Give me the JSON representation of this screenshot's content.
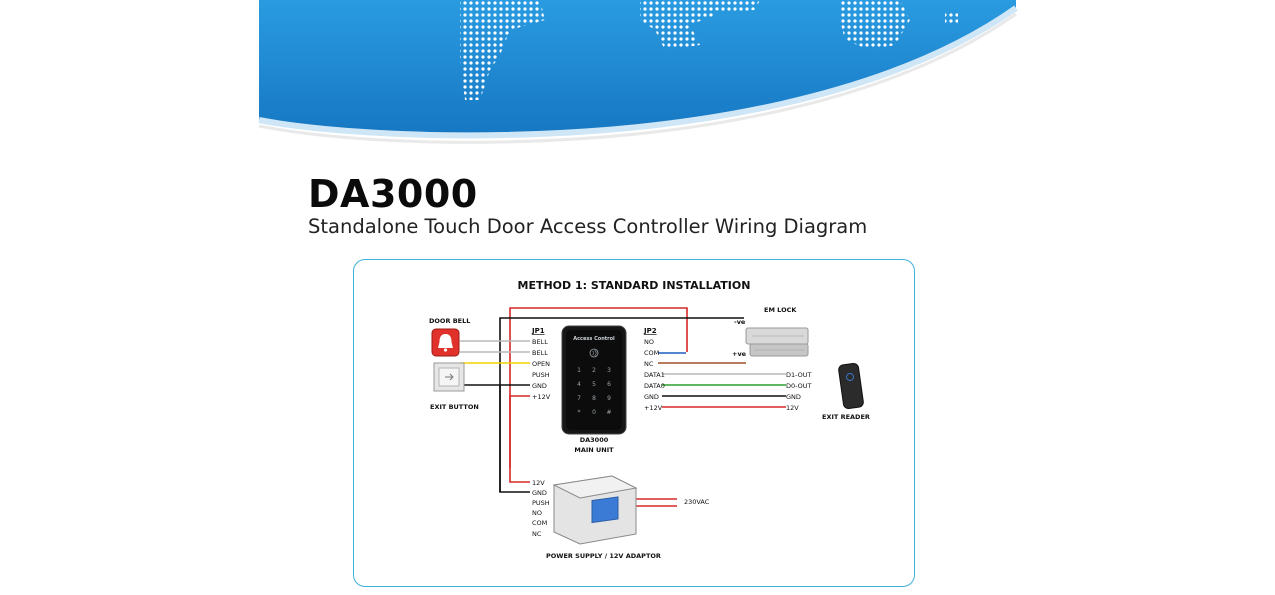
{
  "title": "DA3000",
  "subtitle": "Standalone Touch Door Access Controller Wiring Diagram",
  "diagram": {
    "method_title": "METHOD 1: STANDARD INSTALLATION",
    "door_bell_label": "DOOR BELL",
    "exit_button_label": "EXIT BUTTON",
    "em_lock_label": "EM LOCK",
    "exit_reader_label": "EXIT READER",
    "neg_ve": "-ve",
    "pos_ve": "+ve",
    "main_unit": {
      "name": "DA3000",
      "caption": "MAIN UNIT",
      "screen_text": "Access Control",
      "keys": [
        "1",
        "2",
        "3",
        "4",
        "5",
        "6",
        "7",
        "8",
        "9",
        "*",
        "0",
        "#"
      ]
    },
    "jp1": {
      "header": "JP1",
      "pins": [
        "BELL",
        "BELL",
        "OPEN",
        "PUSH",
        "GND",
        "+12V"
      ]
    },
    "jp2": {
      "header": "JP2",
      "pins": [
        "NO",
        "COM",
        "NC",
        "DATA1",
        "DATA0",
        "GND",
        "+12V"
      ]
    },
    "reader_pins": [
      "D1-OUT",
      "D0-OUT",
      "GND",
      "12V"
    ],
    "power_supply": {
      "caption": "POWER SUPPLY / 12V ADAPTOR",
      "pins": [
        "12V",
        "GND",
        "PUSH",
        "NO",
        "COM",
        "NC"
      ],
      "mains_label": "230VAC"
    }
  },
  "colors": {
    "banner_blue": "#1e8fd2",
    "frame_border": "#3fb0d9",
    "wire_red": "#d62828",
    "wire_black": "#111111",
    "wire_blue": "#1f5fbf",
    "wire_yellow": "#f2d200",
    "wire_brown": "#a0522d",
    "wire_green": "#2aa02a",
    "wire_grey": "#b8b8b8",
    "doorbell_red": "#e0322a"
  }
}
